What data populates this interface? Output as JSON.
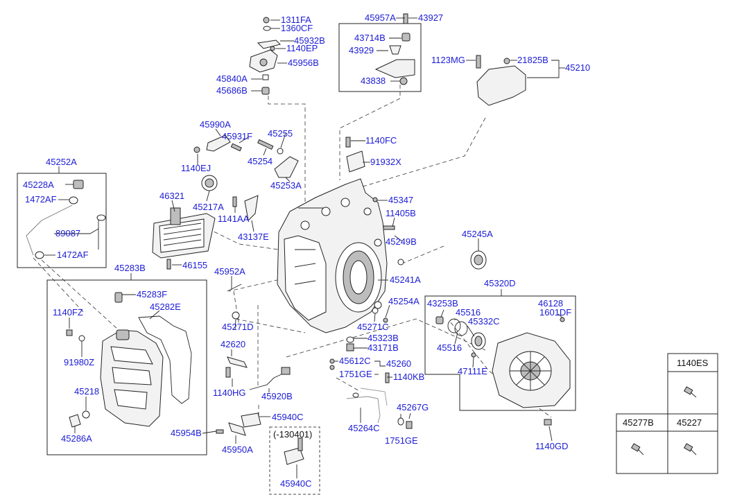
{
  "labels": {
    "l1311FA": "1311FA",
    "l1360CF": "1360CF",
    "l45932B": "45932B",
    "l1140EP": "1140EP",
    "l45956B": "45956B",
    "l45840A": "45840A",
    "l45686B": "45686B",
    "l45957A": "45957A",
    "l43927": "43927",
    "l43714B": "43714B",
    "l43929": "43929",
    "l43838": "43838",
    "l1123MG": "1123MG",
    "l21825B": "21825B",
    "l45210": "45210",
    "l45990A": "45990A",
    "l45931F": "45931F",
    "l45255": "45255",
    "l1140EJ": "1140EJ",
    "l45254": "45254",
    "l45253A": "45253A",
    "l1140FC": "1140FC",
    "l91932X": "91932X",
    "l45252A": "45252A",
    "l45228A": "45228A",
    "l1472AF_a": "1472AF",
    "l89087": "89087",
    "l1472AF_b": "1472AF",
    "l46321": "46321",
    "l45217A": "45217A",
    "l1141AA": "1141AA",
    "l43137E": "43137E",
    "l45347": "45347",
    "l11405B": "11405B",
    "l45249B": "45249B",
    "l45245A": "45245A",
    "l46155": "46155",
    "l45952A": "45952A",
    "l45241A": "45241A",
    "l45283B": "45283B",
    "l45283F": "45283F",
    "l45282E": "45282E",
    "l1140FZ": "1140FZ",
    "l91980Z": "91980Z",
    "l45218": "45218",
    "l45286A": "45286A",
    "l45271D": "45271D",
    "l42620": "42620",
    "l1140HG": "1140HG",
    "l45920B": "45920B",
    "l45254A": "45254A",
    "l45271C": "45271C",
    "l45323B": "45323B",
    "l43171B": "43171B",
    "l45612C": "45612C",
    "l45260": "45260",
    "l1751GE_a": "1751GE",
    "l1140KB": "1140KB",
    "l45267G": "45267G",
    "l45264C": "45264C",
    "l1751GE_b": "1751GE",
    "l45940C_a": "45940C",
    "l45954B": "45954B",
    "l45950A": "45950A",
    "l130401": "(-130401)",
    "l45940C_b": "45940C",
    "l45320D": "45320D",
    "l43253B": "43253B",
    "l45516_a": "45516",
    "l45332C": "45332C",
    "l46128": "46128",
    "l1601DF": "1601DF",
    "l45516_b": "45516",
    "l47111E": "47111E",
    "l1140GD": "1140GD",
    "t1140ES": "1140ES",
    "t45277B": "45277B",
    "t45227": "45227"
  }
}
